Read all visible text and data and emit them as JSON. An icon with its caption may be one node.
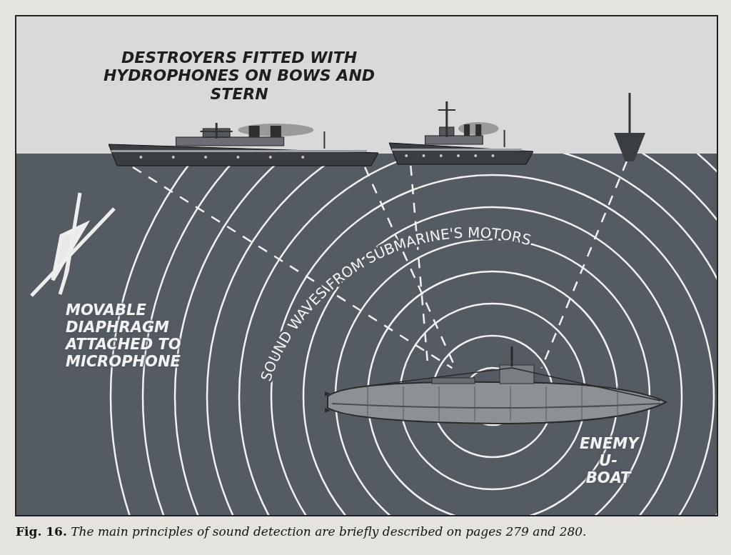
{
  "diagram": {
    "caption": "**Fig. 16.** *The main principles of sound detection are briefly described on pages 279 and 280.*",
    "nodes": [
      {
        "text": [],
        "shape": "picture"
      },
      {
        "text": [],
        "shape": "picture"
      },
      {
        "text": [],
        "shape": "picture"
      },
      {
        "text": [],
        "shape": "picture",
        "beside": [
          "ENEMY U-BOAT"
        ]
      }
    ],
    "edges": [
      {
        "from": 0,
        "to": 3,
        "arrow": "none",
        "style": "dashed"
      },
      {
        "from": 0,
        "to": 3,
        "arrow": "none",
        "style": "dashed"
      },
      {
        "from": 1,
        "to": 3,
        "arrow": "none",
        "style": "dashed"
      },
      {
        "from": 2,
        "to": 3,
        "arrow": "none",
        "style": "dashed"
      }
    ],
    "labels": [
      "DESTROYERS FITTED WITH HYDROPHONES ON BOWS AND STERN",
      "SOUND WAVES FROM SUBMARINE'S MOTORS",
      "MOVABLE DIAPHRAGM ATTACHED TO MICROPHONE"
    ]
  }
}
